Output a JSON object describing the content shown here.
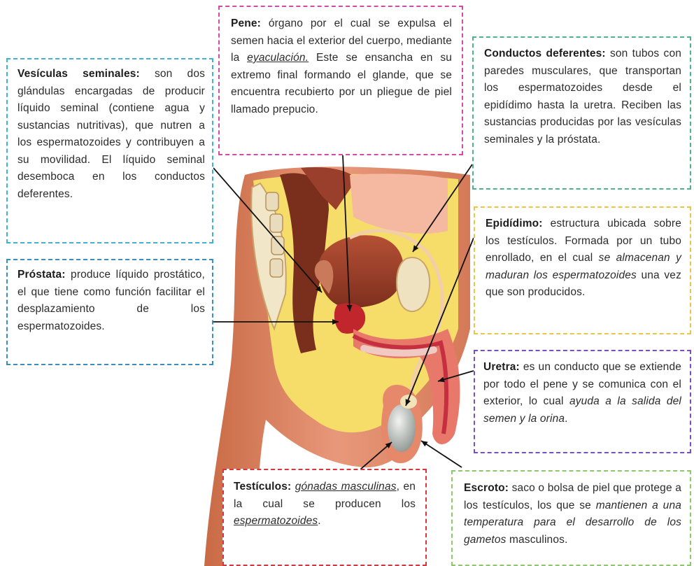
{
  "labels": {
    "pene": {
      "title": "Pene:",
      "t1": "órgano por el cual se expulsa el semen hacia el exterior del cuerpo, mediante la",
      "t2": "eyaculación.",
      "t3": "Este se ensancha en su extremo final formando el glande, que se encuentra recubierto por un pliegue de piel llamado prepucio.",
      "color": "#d44aa8"
    },
    "vesiculas": {
      "title": "Vesículas seminales:",
      "t1": "son dos glándulas encargadas de producir líquido seminal (contiene agua y sustancias nutritivas), que nutren a los espermatozoides y contribuyen a su movilidad. El líquido seminal desemboca en los conductos deferentes.",
      "color": "#3fb3d4"
    },
    "deferentes": {
      "title": "Conductos deferentes:",
      "t1": "son tubos con paredes musculares, que transportan los espermatozoides desde el epidídimo hasta la uretra. Reciben las sustancias producidas por las vesículas seminales y la próstata.",
      "color": "#4fb38a"
    },
    "prostata": {
      "title": "Próstata:",
      "t1": "produce líquido prostático, el que tiene como función facilitar el desplazamiento de los espermatozoides.",
      "color": "#3a8fc2"
    },
    "epididimo": {
      "title": "Epidídimo:",
      "t1": "estructura ubicada sobre los testículos. Formada por un tubo enrollado, en el cual",
      "t2": "se almacenan y maduran los espermatozoides",
      "t3": "una vez que son producidos.",
      "color": "#e8c64a"
    },
    "uretra": {
      "title": "Uretra:",
      "t1": "es un conducto que se extiende por todo el pene y se comunica con el exterior, lo cual",
      "t2": "ayuda a la salida del semen y la orina",
      "t3": ".",
      "color": "#7a4fc2"
    },
    "testiculos": {
      "title": "Testículos:",
      "t1": "gónadas masculinas",
      "t2": ", en la cual se producen los",
      "t3": "espermatozoides",
      "t4": ".",
      "color": "#d9363b"
    },
    "escroto": {
      "title": "Escroto:",
      "t1": "saco o bolsa de piel que protege a los testículos, los que se",
      "t2": "mantienen a una temperatura para el desarrollo de los gametos",
      "t3": "masculinos.",
      "color": "#8cc96a"
    }
  },
  "palette": {
    "skin": "#e5906a",
    "skin_dark": "#b95a3a",
    "fat": "#f6dd6a",
    "muscle": "#d4574f",
    "bladder": "#9a3f2c",
    "intestine": "#7a2e1c",
    "testis": "#c9cfcc",
    "line": "#111111"
  }
}
